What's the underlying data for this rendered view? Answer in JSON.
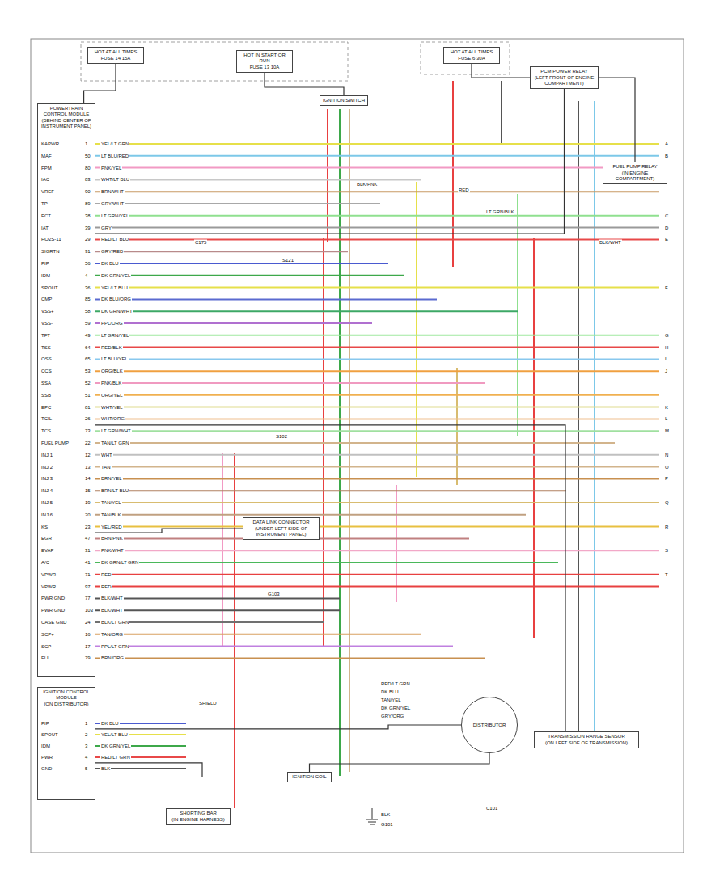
{
  "diagram": {
    "nodes": [
      {
        "text": [
          "HOT AT ALL TIMES",
          "FUSE 14 15A"
        ]
      },
      {
        "text": [
          "HOT IN START OR RUN",
          "FUSE 13 10A"
        ]
      },
      {
        "text": [
          "HOT AT ALL TIMES",
          "FUSE 6 30A"
        ]
      },
      {
        "text": [
          "PCM POWER RELAY",
          "(LEFT FRONT OF ENGINE COMPARTMENT)"
        ]
      },
      {
        "text": [
          "POWERTRAIN CONTROL MODULE",
          "(BEHIND CENTER OF INSTRUMENT PANEL)"
        ]
      },
      {
        "text": [
          "DATA LINK CONNECTOR",
          "(UNDER LEFT SIDE OF INSTRUMENT PANEL)"
        ]
      },
      {
        "text": [
          "IGNITION SWITCH"
        ]
      },
      {
        "text": [
          "IGNITION CONTROL MODULE",
          "(ON DISTRIBUTOR)"
        ]
      },
      {
        "text": [
          "DISTRIBUTOR"
        ]
      },
      {
        "text": [
          "IGNITION COIL"
        ]
      },
      {
        "text": [
          "TRANSMISSION RANGE SENSOR",
          "(ON LEFT SIDE OF TRANSMISSION)"
        ]
      },
      {
        "text": [
          "SHORTING BAR",
          "(IN ENGINE HARNESS)"
        ]
      },
      {
        "text": [
          "FUEL PUMP RELAY",
          "(IN ENGINE COMPARTMENT)"
        ]
      }
    ],
    "edges": [
      {
        "from": 2,
        "to": 3,
        "arrow": "none"
      },
      {
        "from": 3,
        "to": 4,
        "arrow": "none"
      },
      {
        "from": 7,
        "to": 8,
        "arrow": "none"
      },
      {
        "from": 7,
        "to": 9,
        "arrow": "none"
      },
      {
        "from": 9,
        "to": 8,
        "arrow": "none"
      },
      {
        "from": 10,
        "to": 4,
        "arrow": "none"
      },
      {
        "from": 5,
        "to": 4,
        "arrow": "none"
      },
      {
        "from": 1,
        "to": 6,
        "arrow": "none"
      },
      {
        "from": 0,
        "to": 4,
        "arrow": "none"
      },
      {
        "from": 3,
        "to": 12,
        "arrow": "none"
      }
    ],
    "labels": [
      "KAPWR",
      "1",
      "YEL/LT GRN",
      "MAF",
      "50",
      "LT BLU/RED",
      "FPM",
      "80",
      "PNK/YEL",
      "IAC",
      "83",
      "WHT/LT BLU",
      "VREF",
      "90",
      "BRN/WHT",
      "TP",
      "89",
      "GRY/WHT",
      "ECT",
      "38",
      "LT GRN/YEL",
      "IAT",
      "39",
      "GRY",
      "HO2S-11",
      "29",
      "RED/LT BLU",
      "SIGRTN",
      "91",
      "GRY/RED",
      "PIP",
      "56",
      "DK BLU",
      "IDM",
      "4",
      "DK GRN/YEL",
      "SPOUT",
      "36",
      "YEL/LT BLU",
      "CMP",
      "85",
      "DK BLU/ORG",
      "VSS+",
      "58",
      "DK GRN/WHT",
      "VSS-",
      "59",
      "PPL/ORG",
      "TFT",
      "49",
      "LT GRN/YEL",
      "TSS",
      "64",
      "RED/BLK",
      "OSS",
      "65",
      "LT BLU/YEL",
      "CCS",
      "53",
      "ORG/BLK",
      "SSA",
      "52",
      "PNK/BLK",
      "SSB",
      "51",
      "ORG/YEL",
      "EPC",
      "81",
      "WHT/YEL",
      "TCIL",
      "26",
      "WHT/ORG",
      "TCS",
      "73",
      "LT GRN/WHT",
      "FUEL PUMP",
      "22",
      "TAN/LT GRN",
      "INJ 1",
      "12",
      "WHT",
      "INJ 2",
      "13",
      "TAN",
      "INJ 3",
      "14",
      "BRN/YEL",
      "INJ 4",
      "15",
      "BRN/LT BLU",
      "INJ 5",
      "19",
      "TAN/YEL",
      "INJ 6",
      "20",
      "TAN/BLK",
      "KS",
      "23",
      "YEL/RED",
      "EGR",
      "47",
      "BRN/PNK",
      "EVAP",
      "31",
      "PNK/WHT",
      "A/C",
      "41",
      "DK GRN/LT GRN",
      "VPWR",
      "71",
      "RED",
      "VPWR",
      "97",
      "RED",
      "PWR GND",
      "77",
      "BLK/WHT",
      "PWR GND",
      "103",
      "BLK/WHT",
      "CASE GND",
      "24",
      "BLK/LT GRN",
      "SCP+",
      "16",
      "TAN/ORG",
      "SCP-",
      "17",
      "PPL/LT GRN",
      "FLI",
      "79",
      "BRN/ORG",
      "PIP",
      "1",
      "DK BLU",
      "SPOUT",
      "2",
      "YEL/LT BLU",
      "IDM",
      "3",
      "DK GRN/YEL",
      "PWR",
      "4",
      "RED/LT GRN",
      "GND",
      "5",
      "BLK",
      "A",
      "B",
      "C",
      "D",
      "E",
      "F",
      "G",
      "H",
      "I",
      "J",
      "K",
      "L",
      "M",
      "N",
      "O",
      "P",
      "Q",
      "R",
      "S",
      "T",
      "S121",
      "G103",
      "S102",
      "C175",
      "RED",
      "BLK/WHT",
      "LT GRN/BLK",
      "BLK/PNK",
      "RED/LT GRN",
      "DK BLU",
      "TAN/YEL",
      "DK GRN/YEL",
      "GRY/ORG",
      "SHIELD",
      "C101",
      "BLK",
      "G101"
    ]
  }
}
